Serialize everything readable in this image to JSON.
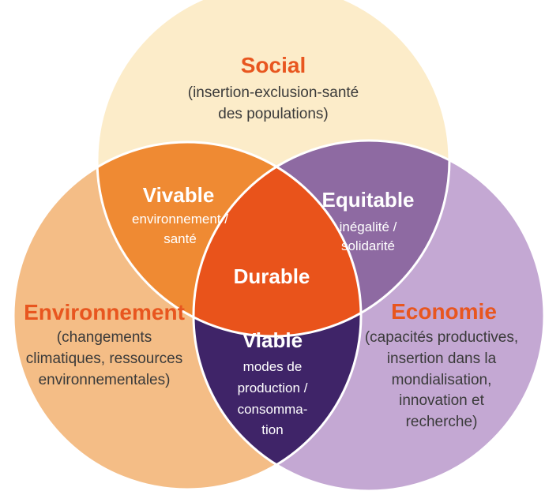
{
  "colors": {
    "social": "#fcecc9",
    "environnement": "#f4bd86",
    "economie": "#c4a8d3",
    "vivable": "#ef8a33",
    "equitable": "#8e6aa2",
    "viable": "#3f2468",
    "durable": "#e9531b",
    "title_orange": "#e8561f",
    "body_text": "#3a3a3a"
  },
  "social": {
    "title": "Social",
    "desc": [
      "(insertion-exclusion-santé",
      "des populations)"
    ]
  },
  "environnement": {
    "title": "Environnement",
    "desc": [
      "(changements",
      "climatiques, ressources",
      "environnementales)"
    ]
  },
  "economie": {
    "title": "Economie",
    "desc": [
      "(capacités productives,",
      "insertion dans la",
      "mondialisation,",
      "innovation et",
      "recherche)"
    ]
  },
  "vivable": {
    "title": "Vivable",
    "desc": [
      "environnement /",
      "santé"
    ]
  },
  "equitable": {
    "title": "Equitable",
    "desc": [
      "inégalité /",
      "solidarité"
    ]
  },
  "viable": {
    "title": "Viable",
    "desc": [
      "modes de",
      "production /",
      "consomma-",
      "tion"
    ]
  },
  "durable": {
    "title": "Durable"
  }
}
